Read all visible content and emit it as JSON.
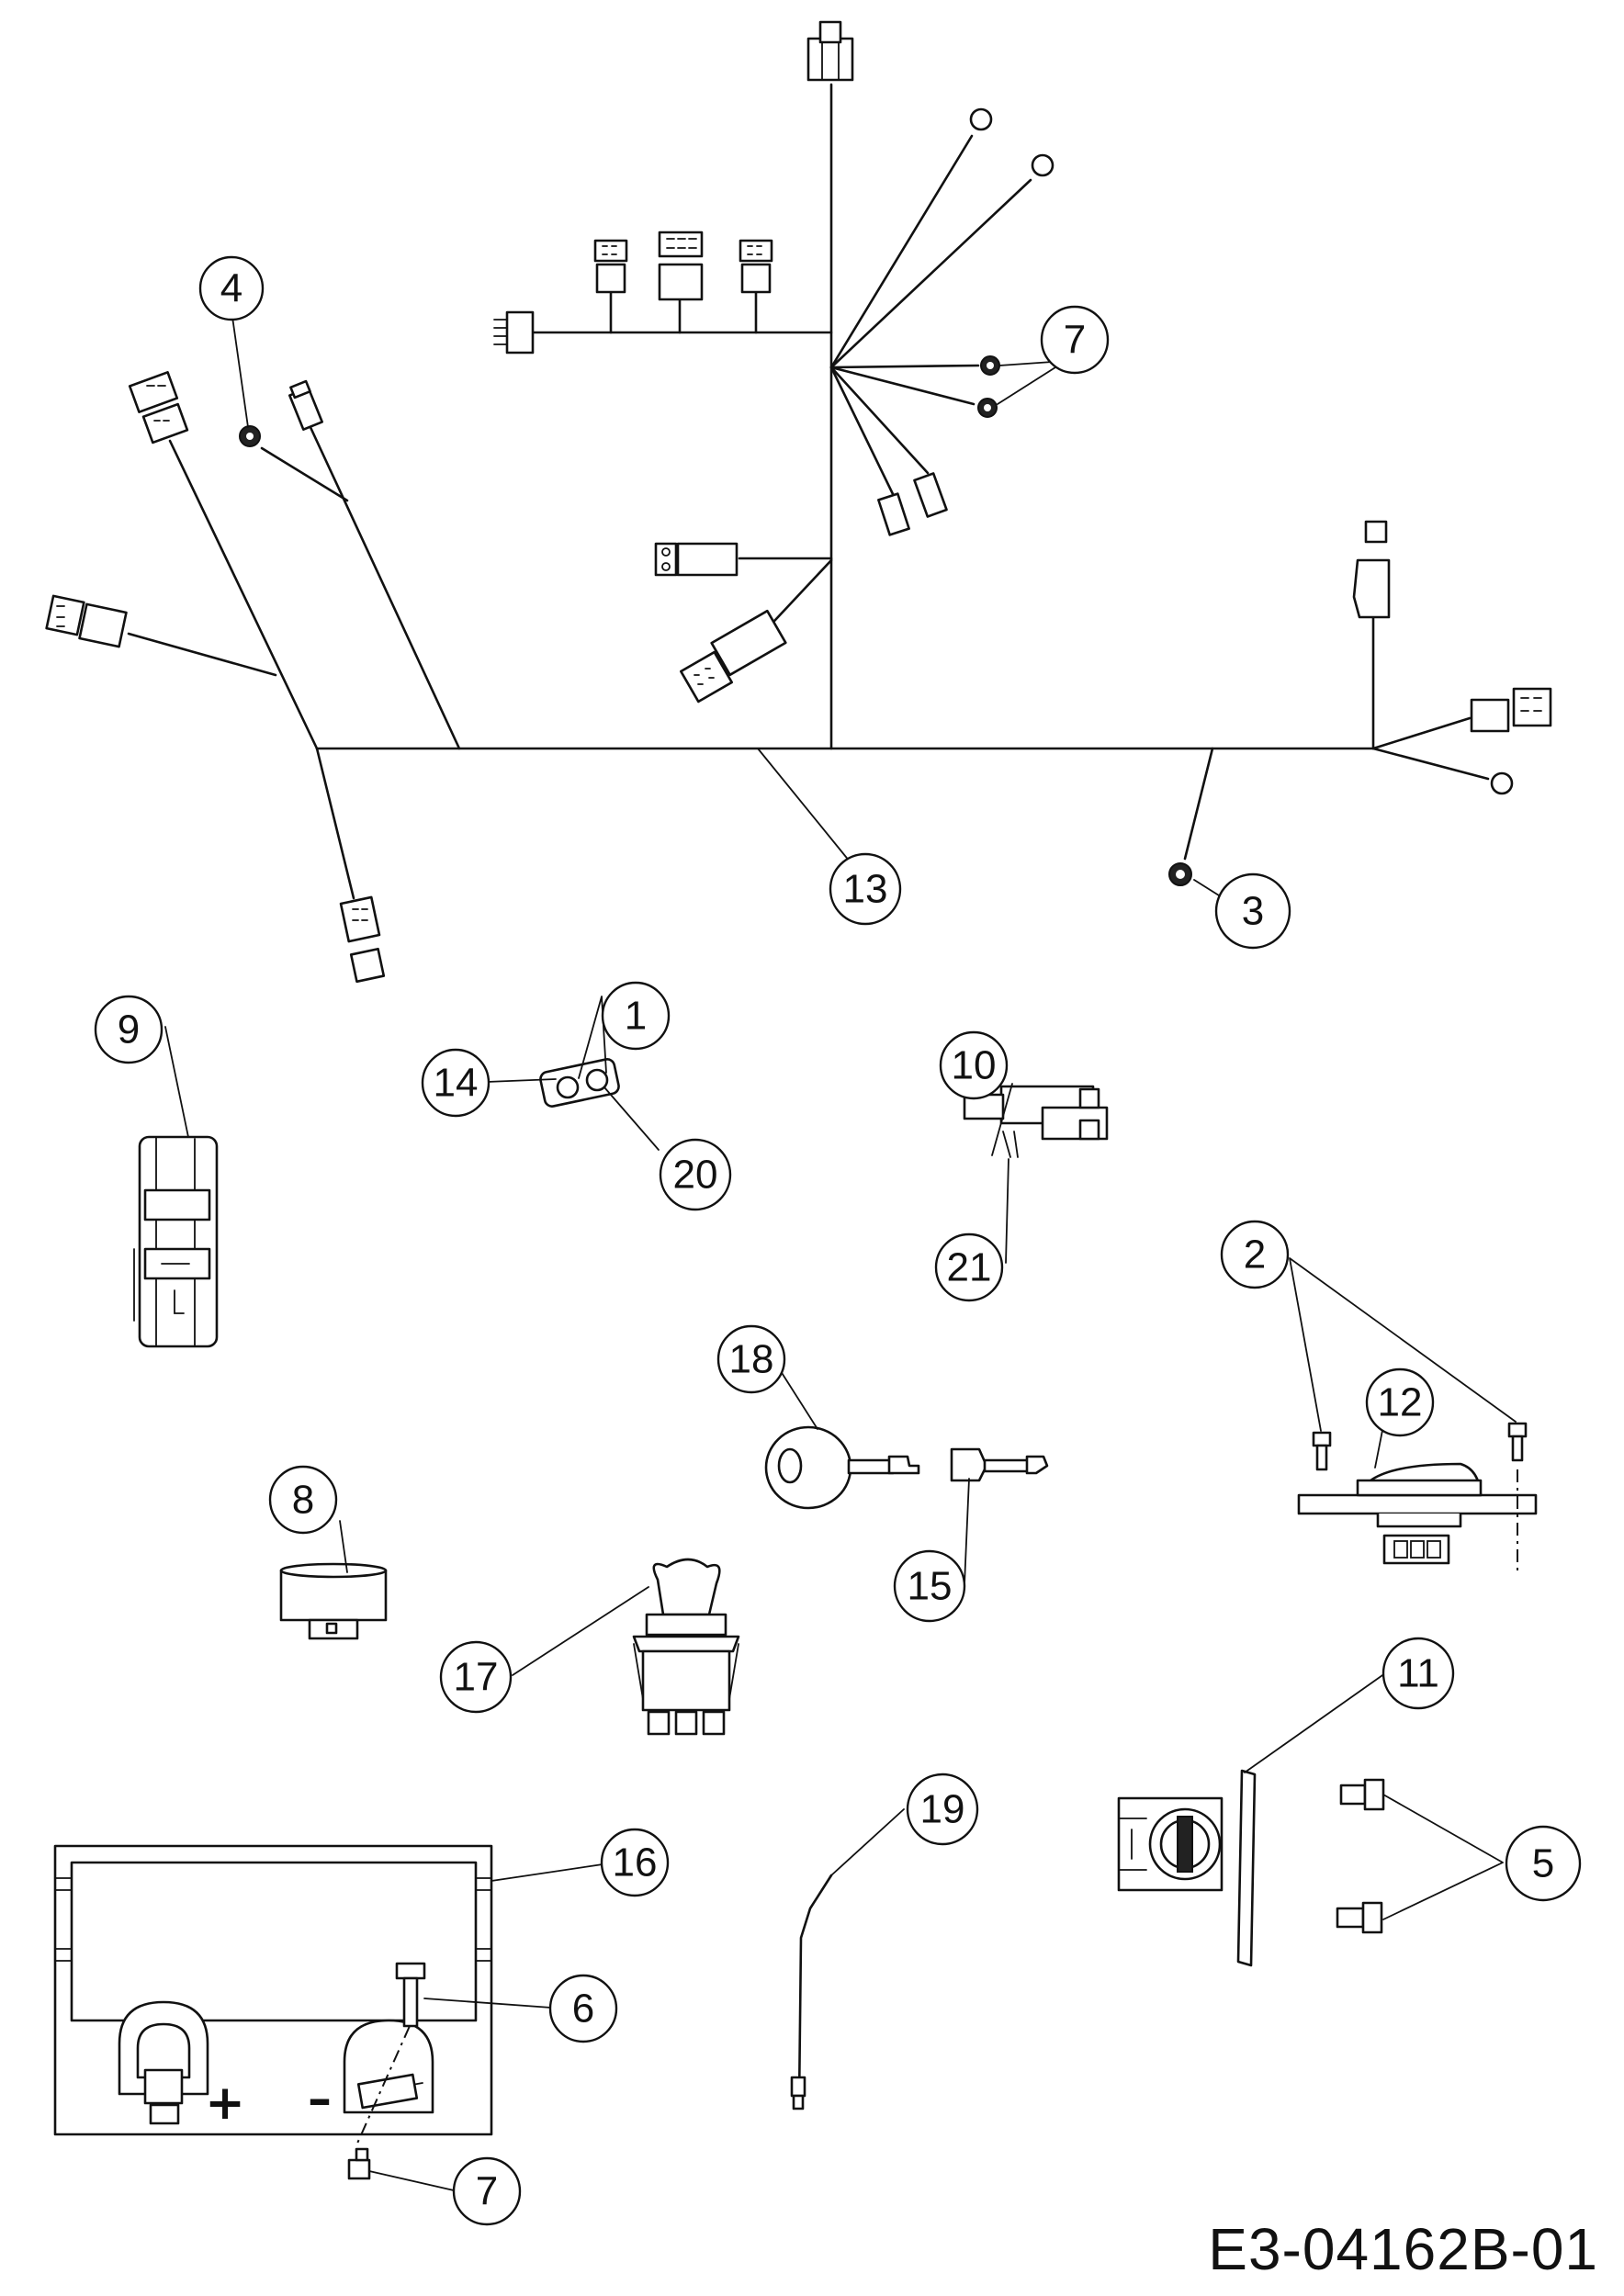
{
  "drawing_code": "E3-04162B-01",
  "callouts": [
    {
      "id": "c1",
      "label": "1"
    },
    {
      "id": "c2",
      "label": "2"
    },
    {
      "id": "c3",
      "label": "3"
    },
    {
      "id": "c4",
      "label": "4"
    },
    {
      "id": "c5",
      "label": "5"
    },
    {
      "id": "c6",
      "label": "6"
    },
    {
      "id": "c7a",
      "label": "7"
    },
    {
      "id": "c7b",
      "label": "7"
    },
    {
      "id": "c8",
      "label": "8"
    },
    {
      "id": "c9",
      "label": "9"
    },
    {
      "id": "c10",
      "label": "10"
    },
    {
      "id": "c11",
      "label": "11"
    },
    {
      "id": "c12",
      "label": "12"
    },
    {
      "id": "c13",
      "label": "13"
    },
    {
      "id": "c14",
      "label": "14"
    },
    {
      "id": "c15",
      "label": "15"
    },
    {
      "id": "c16",
      "label": "16"
    },
    {
      "id": "c17",
      "label": "17"
    },
    {
      "id": "c18",
      "label": "18"
    },
    {
      "id": "c19",
      "label": "19"
    },
    {
      "id": "c20",
      "label": "20"
    },
    {
      "id": "c21",
      "label": "21"
    }
  ],
  "battery": {
    "plus_symbol": "+",
    "minus_symbol": "–"
  }
}
